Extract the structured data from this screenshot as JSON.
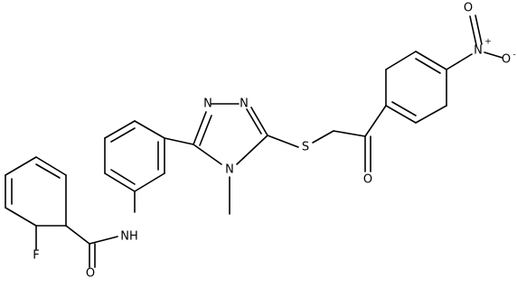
{
  "labels": {
    "nitrogen_nitro": "N",
    "oxygen_nitro_top": "O",
    "oxygen_nitro_side": "O",
    "nitro_plus": "+",
    "nitro_minus": "-",
    "oxygen_ketone": "O",
    "sulfur": "S",
    "triazole_n1": "N",
    "triazole_n2": "N",
    "triazole_n4": "N",
    "amide_nh": "NH",
    "amide_o": "O",
    "fluorine": "F"
  }
}
